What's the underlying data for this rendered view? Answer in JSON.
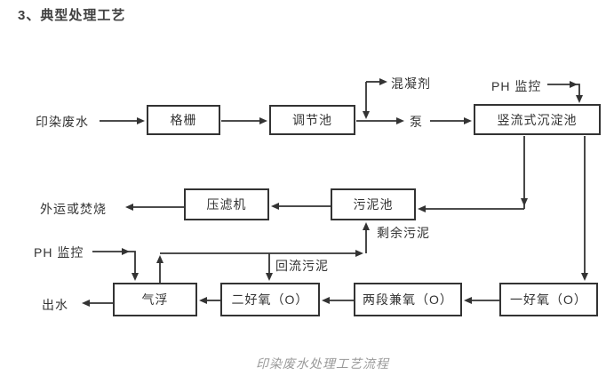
{
  "header": {
    "title": "3、典型处理工艺"
  },
  "colors": {
    "line": "#333333",
    "title": "#404040",
    "text": "#333333",
    "caption": "#999999",
    "background": "#ffffff"
  },
  "diagram": {
    "caption": "印染废水处理工艺流程",
    "boxes": {
      "bar_screen": "格栅",
      "regulating_tank": "调节池",
      "sedimentation_tank": "竖流式沉淀池",
      "filter_press": "压滤机",
      "sludge_tank": "污泥池",
      "air_flotation": "气浮",
      "secondary_aerobic": "二好氧（O）",
      "two_stage_facultative": "两段兼氧（O）",
      "primary_aerobic": "一好氧（O）"
    },
    "labels": {
      "influent": "印染废水",
      "coagulant": "混凝剂",
      "pump": "泵",
      "ph_monitor_top": "PH 监控",
      "disposal": "外运或焚烧",
      "excess_sludge": "剩余污泥",
      "return_sludge": "回流污泥",
      "ph_monitor_bottom": "PH 监控",
      "effluent": "出水"
    }
  }
}
